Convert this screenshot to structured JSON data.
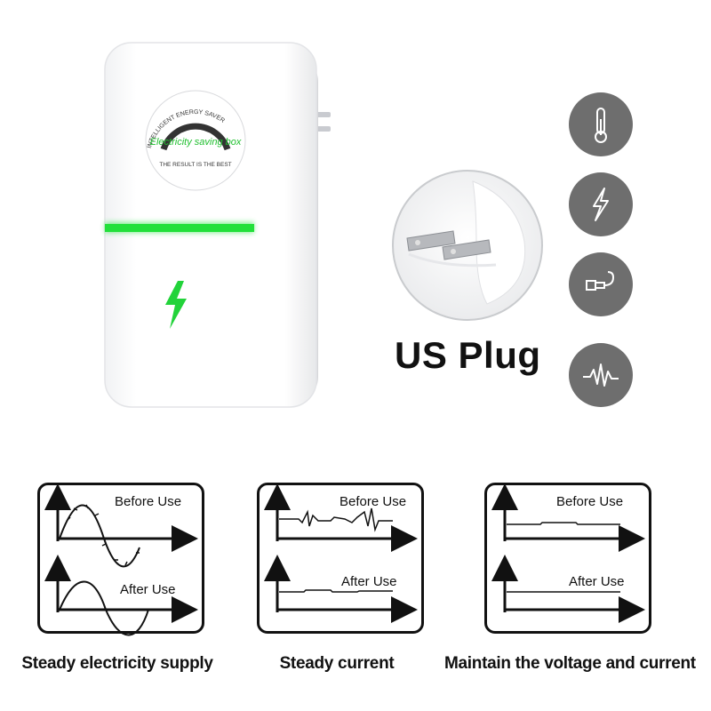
{
  "device": {
    "arc_text": "INTELLIGENT ENERGY SAVER",
    "logo_text": "Electricity saving box",
    "bottom_text": "THE RESULT IS THE BEST",
    "indicator_color": "#22e03a",
    "bolt_color": "#22d33a"
  },
  "plug": {
    "title": "US Plug"
  },
  "feature_icons": [
    {
      "icon": "thermometer-icon"
    },
    {
      "icon": "lightning-icon"
    },
    {
      "icon": "usb-cable-icon"
    },
    {
      "icon": "waveform-icon"
    }
  ],
  "panels": [
    {
      "before_label": "Before Use",
      "after_label": "After Use",
      "caption": "Steady electricity supply"
    },
    {
      "before_label": "Before Use",
      "after_label": "After Use",
      "caption": "Steady current"
    },
    {
      "before_label": "Before Use",
      "after_label": "After Use",
      "caption": "Maintain the voltage and current"
    }
  ]
}
